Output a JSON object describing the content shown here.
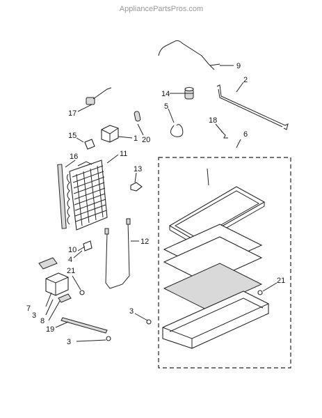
{
  "watermark": "AppliancePartsPros.com",
  "callouts": {
    "c9": "9",
    "c2": "2",
    "c14": "14",
    "c5": "5",
    "c17": "17",
    "c1": "1",
    "c15": "15",
    "c20": "20",
    "c18": "18",
    "c6": "6",
    "c16": "16",
    "c11": "11",
    "c13": "13",
    "c12": "12",
    "c10": "10",
    "c4": "4",
    "c21a": "21",
    "c7": "7",
    "c3a": "3",
    "c8": "8",
    "c3b": "3",
    "c19": "19",
    "c3c": "3",
    "c21b": "21"
  }
}
